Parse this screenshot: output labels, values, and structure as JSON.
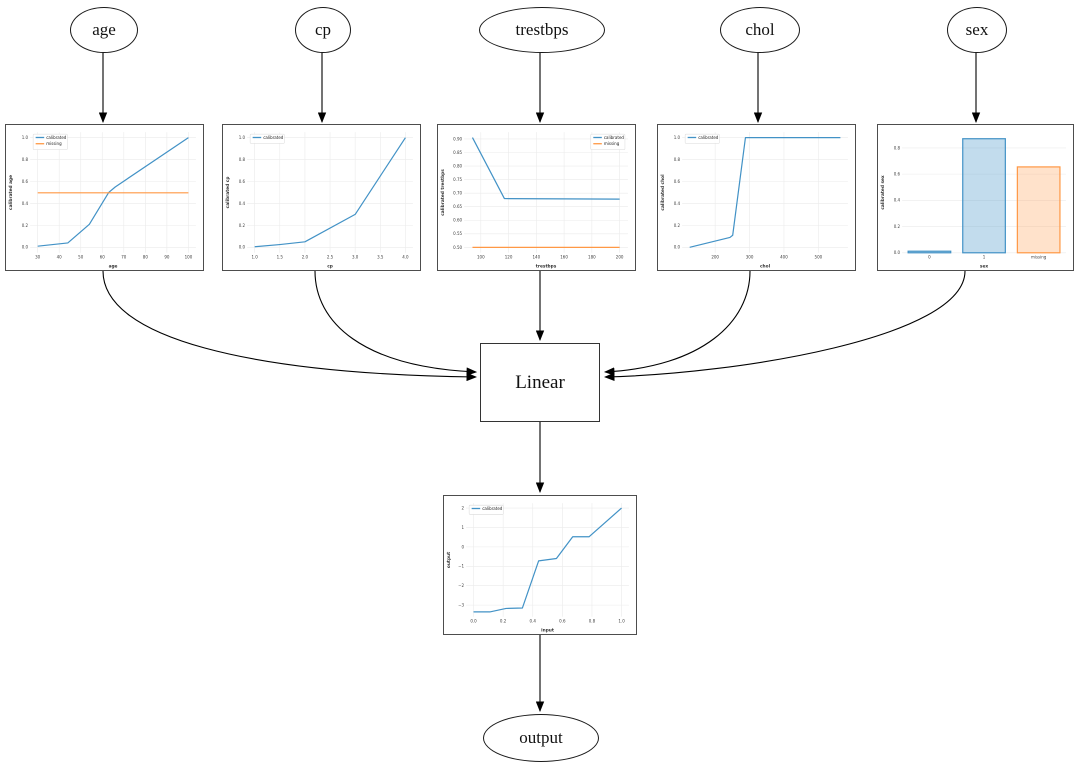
{
  "diagram": {
    "nodes": {
      "inputs": [
        "age",
        "cp",
        "trestbps",
        "chol",
        "sex"
      ],
      "linear_label": "Linear",
      "output_label": "output"
    }
  },
  "colors": {
    "line_blue": "#4292c6",
    "line_orange": "#ff9845",
    "bar_fill_blue": "rgba(66,146,198,0.32)",
    "bar_fill_orange": "rgba(255,152,69,0.28)",
    "edge_black": "#000000"
  },
  "chart_data": [
    {
      "id": "age",
      "type": "line",
      "title": "",
      "xlabel": "age",
      "ylabel": "calibrated age",
      "xlim": [
        26.5,
        103.5
      ],
      "ylim": [
        -0.05,
        1.05
      ],
      "margin_left": 24,
      "xticks": [
        30,
        40,
        50,
        60,
        70,
        80,
        90,
        100
      ],
      "xtick_labels": [
        "30",
        "40",
        "50",
        "60",
        "70",
        "80",
        "90",
        "100"
      ],
      "yticks": [
        0.0,
        0.2,
        0.4,
        0.6,
        0.8,
        1.0
      ],
      "ytick_labels": [
        "0.0",
        "0.2",
        "0.4",
        "0.6",
        "0.8",
        "1.0"
      ],
      "legend": {
        "pos": "nw",
        "entries": [
          {
            "label": "calibrated",
            "color": "#4292c6"
          },
          {
            "label": "missing",
            "color": "#ff9845"
          }
        ]
      },
      "series": [
        {
          "name": "calibrated",
          "color": "#4292c6",
          "points": [
            [
              30,
              0.01
            ],
            [
              44,
              0.04
            ],
            [
              54,
              0.21
            ],
            [
              63,
              0.5
            ],
            [
              66,
              0.55
            ],
            [
              100,
              1.0
            ]
          ]
        },
        {
          "name": "missing",
          "color": "#ff9845",
          "points": [
            [
              30,
              0.497
            ],
            [
              100,
              0.497
            ]
          ]
        }
      ]
    },
    {
      "id": "cp",
      "type": "line",
      "title": "",
      "xlabel": "cp",
      "ylabel": "calibrated cp",
      "xlim": [
        0.85,
        4.15
      ],
      "ylim": [
        -0.05,
        1.05
      ],
      "margin_left": 24,
      "xticks": [
        1.0,
        1.5,
        2.0,
        2.5,
        3.0,
        3.5,
        4.0
      ],
      "xtick_labels": [
        "1.0",
        "1.5",
        "2.0",
        "2.5",
        "3.0",
        "3.5",
        "4.0"
      ],
      "yticks": [
        0.0,
        0.2,
        0.4,
        0.6,
        0.8,
        1.0
      ],
      "ytick_labels": [
        "0.0",
        "0.2",
        "0.4",
        "0.6",
        "0.8",
        "1.0"
      ],
      "legend": {
        "pos": "nw",
        "entries": [
          {
            "label": "calibrated",
            "color": "#4292c6"
          }
        ]
      },
      "series": [
        {
          "name": "calibrated",
          "color": "#4292c6",
          "points": [
            [
              1.0,
              0.005
            ],
            [
              1.5,
              0.025
            ],
            [
              2.0,
              0.05
            ],
            [
              3.0,
              0.3
            ],
            [
              4.0,
              1.0
            ]
          ]
        }
      ]
    },
    {
      "id": "trestbps",
      "type": "line",
      "title": "",
      "xlabel": "trestbps",
      "ylabel": "calibrated trestbps",
      "xlim": [
        88,
        206
      ],
      "ylim": [
        0.48,
        0.925
      ],
      "margin_left": 26,
      "xticks": [
        100,
        120,
        140,
        160,
        180,
        200
      ],
      "xtick_labels": [
        "100",
        "120",
        "140",
        "160",
        "180",
        "200"
      ],
      "yticks": [
        0.5,
        0.55,
        0.6,
        0.65,
        0.7,
        0.75,
        0.8,
        0.85,
        0.9
      ],
      "ytick_labels": [
        "0.50",
        "0.55",
        "0.60",
        "0.65",
        "0.70",
        "0.75",
        "0.80",
        "0.85",
        "0.90"
      ],
      "legend": {
        "pos": "ne",
        "entries": [
          {
            "label": "calibrated",
            "color": "#4292c6"
          },
          {
            "label": "missing",
            "color": "#ff9845"
          }
        ]
      },
      "series": [
        {
          "name": "calibrated",
          "color": "#4292c6",
          "points": [
            [
              94,
              0.905
            ],
            [
              117,
              0.68
            ],
            [
              200,
              0.678
            ]
          ]
        },
        {
          "name": "missing",
          "color": "#ff9845",
          "points": [
            [
              94,
              0.5
            ],
            [
              200,
              0.5
            ]
          ]
        }
      ]
    },
    {
      "id": "chol",
      "type": "line",
      "title": "",
      "xlabel": "chol",
      "ylabel": "calibrated chol",
      "xlim": [
        104,
        586
      ],
      "ylim": [
        -0.05,
        1.05
      ],
      "margin_left": 24,
      "xticks": [
        200,
        300,
        400,
        500
      ],
      "xtick_labels": [
        "200",
        "300",
        "400",
        "500"
      ],
      "yticks": [
        0.0,
        0.2,
        0.4,
        0.6,
        0.8,
        1.0
      ],
      "ytick_labels": [
        "0.0",
        "0.2",
        "0.4",
        "0.6",
        "0.8",
        "1.0"
      ],
      "legend": {
        "pos": "nw",
        "entries": [
          {
            "label": "calibrated",
            "color": "#4292c6"
          }
        ]
      },
      "series": [
        {
          "name": "calibrated",
          "color": "#4292c6",
          "points": [
            [
              126,
              0.0
            ],
            [
              243,
              0.09
            ],
            [
              251,
              0.11
            ],
            [
              288,
              1.0
            ],
            [
              564,
              1.0
            ]
          ]
        }
      ]
    },
    {
      "id": "sex",
      "type": "bar",
      "title": "",
      "xlabel": "sex",
      "ylabel": "calibrated sex",
      "ylim": [
        0,
        0.92
      ],
      "margin_left": 24,
      "categories": [
        "0",
        "1",
        "missing"
      ],
      "values": [
        0.012,
        0.87,
        0.655
      ],
      "yticks": [
        0.0,
        0.2,
        0.4,
        0.6,
        0.8
      ],
      "ytick_labels": [
        "0.0",
        "0.2",
        "0.4",
        "0.6",
        "0.8"
      ],
      "bar_styles": [
        {
          "edge": "#4292c6",
          "fill": "rgba(66,146,198,0.32)"
        },
        {
          "edge": "#4292c6",
          "fill": "rgba(66,146,198,0.32)"
        },
        {
          "edge": "#ff9845",
          "fill": "rgba(255,152,69,0.28)"
        }
      ],
      "legend": {
        "pos": "nw",
        "entries": []
      }
    },
    {
      "id": "output",
      "type": "line",
      "title": "",
      "xlabel": "input",
      "ylabel": "output",
      "xlim": [
        -0.05,
        1.05
      ],
      "ylim": [
        -3.6,
        2.25
      ],
      "margin_left": 22,
      "xticks": [
        0.0,
        0.2,
        0.4,
        0.6,
        0.8,
        1.0
      ],
      "xtick_labels": [
        "0.0",
        "0.2",
        "0.4",
        "0.6",
        "0.8",
        "1.0"
      ],
      "yticks": [
        -3,
        -2,
        -1,
        0,
        1,
        2
      ],
      "ytick_labels": [
        "−3",
        "−2",
        "−1",
        "0",
        "1",
        "2"
      ],
      "legend": {
        "pos": "nw",
        "entries": [
          {
            "label": "calibrated",
            "color": "#4292c6"
          }
        ]
      },
      "series": [
        {
          "name": "calibrated",
          "color": "#4292c6",
          "points": [
            [
              0.0,
              -3.35
            ],
            [
              0.11,
              -3.35
            ],
            [
              0.22,
              -3.17
            ],
            [
              0.33,
              -3.15
            ],
            [
              0.44,
              -0.72
            ],
            [
              0.56,
              -0.6
            ],
            [
              0.67,
              0.52
            ],
            [
              0.78,
              0.52
            ],
            [
              1.0,
              2.0
            ]
          ]
        }
      ]
    }
  ]
}
